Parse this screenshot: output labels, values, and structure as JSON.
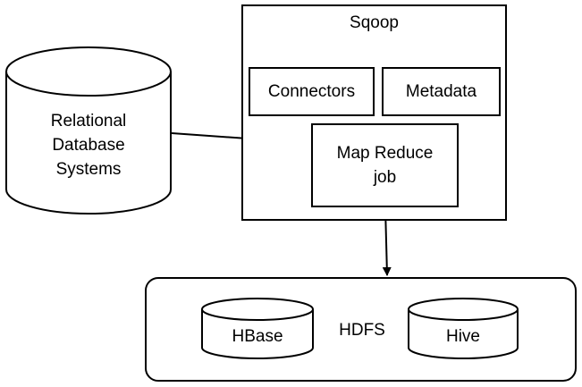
{
  "diagram": {
    "rdbms": {
      "line1": "Relational",
      "line2": "Database",
      "line3": "Systems"
    },
    "sqoop": {
      "title": "Sqoop",
      "connectors": "Connectors",
      "metadata": "Metadata",
      "job_line1": "Map Reduce",
      "job_line2": "job"
    },
    "hdfs": {
      "title": "HDFS",
      "hbase": "HBase",
      "hive": "Hive"
    },
    "colors": {
      "stroke": "#000000",
      "fill": "#ffffff"
    }
  }
}
